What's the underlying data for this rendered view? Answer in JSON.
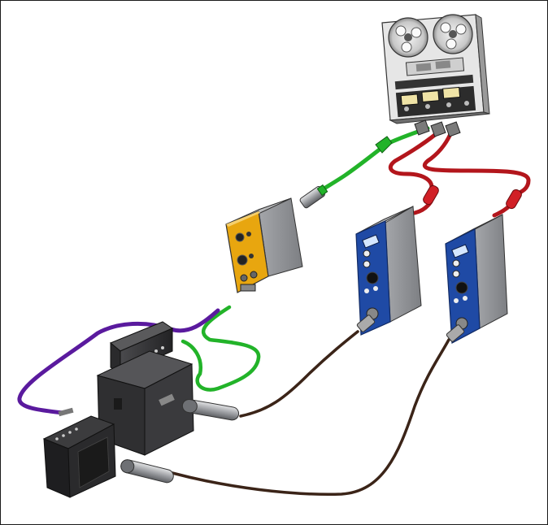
{
  "colors": {
    "background": "#ffffff",
    "cable_green": "#22b329",
    "cable_red": "#b3161c",
    "cable_purple": "#5a1a9e",
    "cable_brown": "#3b2418",
    "module_yellow": "#e8a60f",
    "module_blue": "#1f4aa5",
    "module_body": "#8c8e92",
    "amp_black": "#2a2a2c",
    "tape_silver": "#d9d9d9"
  },
  "components": [
    {
      "id": "reel-to-reel",
      "icon": "tape-recorder-icon"
    },
    {
      "id": "yellow-preamp-module",
      "icon": "rack-module-icon"
    },
    {
      "id": "blue-preamp-module-1",
      "icon": "rack-module-icon"
    },
    {
      "id": "blue-preamp-module-2",
      "icon": "rack-module-icon"
    },
    {
      "id": "guitar-amp-head",
      "icon": "amp-head-icon"
    },
    {
      "id": "guitar-cabinet",
      "icon": "speaker-cabinet-icon"
    },
    {
      "id": "combo-amp",
      "icon": "combo-amp-icon"
    },
    {
      "id": "microphone-1",
      "icon": "microphone-icon"
    },
    {
      "id": "microphone-2",
      "icon": "microphone-icon"
    }
  ]
}
